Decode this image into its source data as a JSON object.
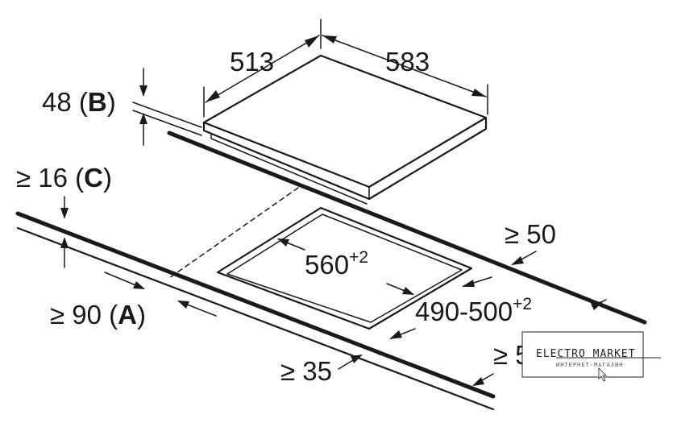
{
  "dimensions": {
    "width": "513",
    "depth": "583",
    "thickness": "48",
    "thickness_ref": "B",
    "min_gap_c": "≥ 16",
    "min_gap_c_ref": "C",
    "cutout_width": "560",
    "cutout_width_tol": "+2",
    "cutout_depth": "490-500",
    "cutout_depth_tol": "+2",
    "rear_min": "≥ 50",
    "front_min": "≥ 90",
    "front_min_ref": "A",
    "side_min": "≥ 35",
    "side_min_right": "≥ 5"
  },
  "watermark": {
    "title": "ELECTRO MARKET",
    "subtitle": "ИНТЕРНЕТ-МАГАЗИН"
  }
}
